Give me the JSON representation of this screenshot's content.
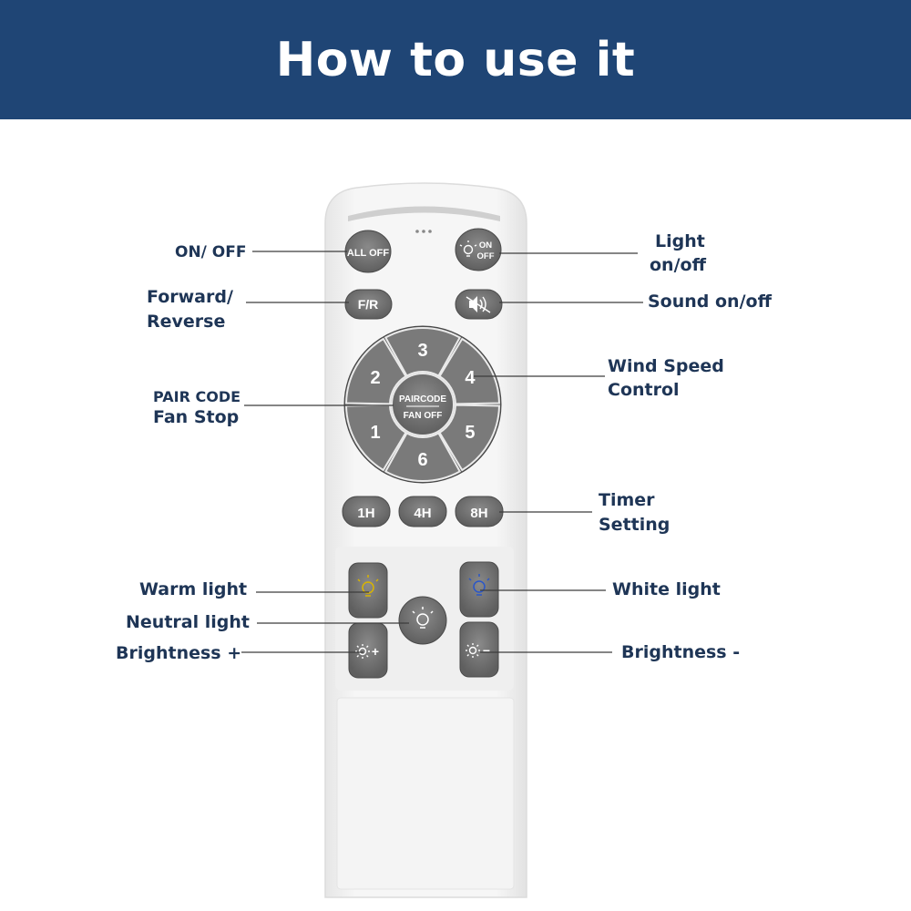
{
  "header": {
    "title": "How to use it"
  },
  "remote": {
    "all_off": "ALL OFF",
    "light_on": "ON",
    "light_off": "OFF",
    "fr": "F/R",
    "pair_code": "PAIRCODE",
    "fan_off": "FAN OFF",
    "speeds": [
      "1",
      "2",
      "3",
      "4",
      "5",
      "6"
    ],
    "timers": [
      "1H",
      "4H",
      "8H"
    ],
    "bright_plus": "+",
    "bright_minus": "−",
    "warm_color": "#d9b400",
    "white_color": "#2a56c8"
  },
  "labels": {
    "on_off": "ON/ OFF",
    "light_1": "Light",
    "light_2": "on/off",
    "fr_1": "Forward/",
    "fr_2": "Reverse",
    "sound": "Sound on/off",
    "wind_1": "Wind Speed",
    "wind_2": "Control",
    "pair_1": "PAIR CODE",
    "pair_2": "Fan Stop",
    "timer_1": "Timer",
    "timer_2": "Setting",
    "warm": "Warm light",
    "white": "White light",
    "neutral": "Neutral light",
    "bright_plus": "Brightness +",
    "bright_minus": "Brightness -"
  }
}
